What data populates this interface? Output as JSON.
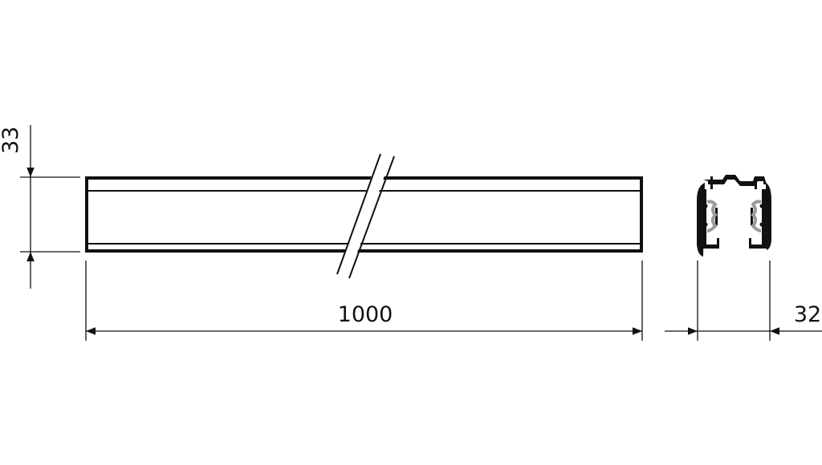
{
  "drawing": {
    "length_label": "1000",
    "height_label": "33",
    "width_label": "32"
  },
  "colors": {
    "line": "#111111",
    "contact": "#9a9a9a",
    "background": "#ffffff"
  }
}
